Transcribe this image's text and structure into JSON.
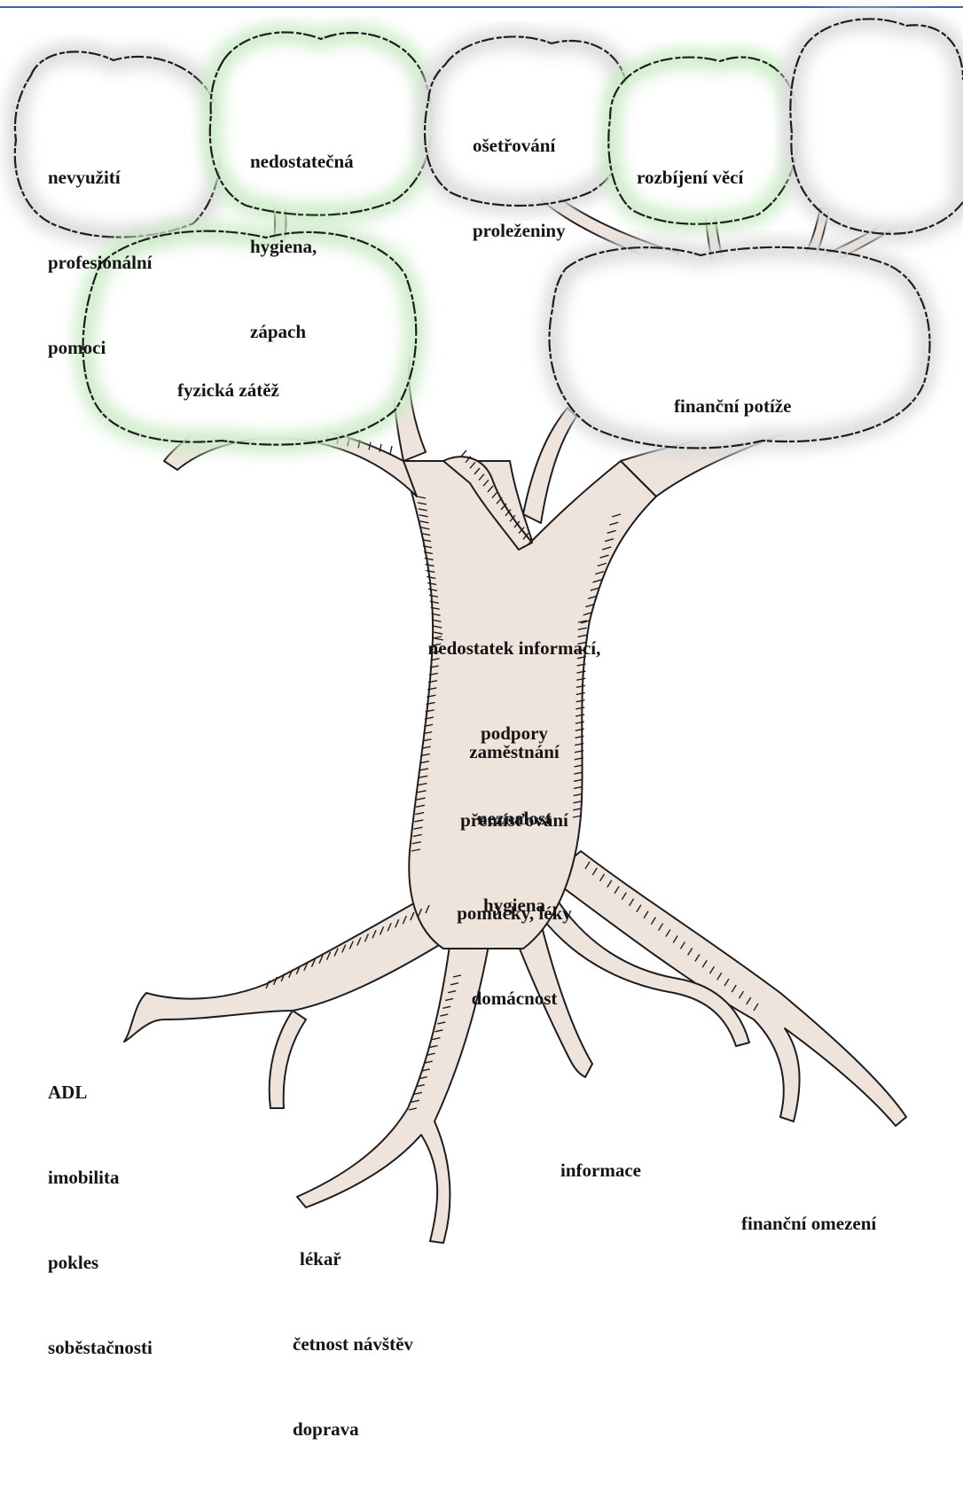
{
  "colors": {
    "foliage_tint": "#c9ebc4",
    "foliage_shade": "#d9d9d9",
    "trunk_fill": "#efe4dc",
    "trunk_tint": "#dcc3b4",
    "outline": "#1e1e1e",
    "frame_line": "#3f5fa8",
    "text": "#141414"
  },
  "canopy": {
    "crowns": [
      {
        "id": "crown-professional-help",
        "lines": [
          "nevyužití",
          "profesionální",
          "pomoci"
        ]
      },
      {
        "id": "crown-hygiene-odor",
        "lines": [
          "nedostatečná",
          "hygiena,",
          "zápach"
        ]
      },
      {
        "id": "crown-pressure-ulcer-care",
        "lines": [
          "ošetřování",
          "proleženiny"
        ]
      },
      {
        "id": "crown-breaking-things",
        "lines": [
          "rozbíjení věcí"
        ]
      },
      {
        "id": "crown-empty",
        "lines": []
      },
      {
        "id": "crown-physical-burden",
        "lines": [
          "fyzická zátěž"
        ]
      },
      {
        "id": "crown-financial-difficulties",
        "lines": [
          "finanční potíže"
        ]
      }
    ]
  },
  "trunk": {
    "labels": [
      {
        "id": "trunk-information",
        "lines": [
          "nedostatek informací,",
          "podpory",
          "neznalost"
        ]
      },
      {
        "id": "trunk-employment",
        "lines": [
          "zaměstnání"
        ]
      },
      {
        "id": "trunk-transfer",
        "lines": [
          "přemísťování",
          "hygiena"
        ]
      },
      {
        "id": "trunk-aids",
        "lines": [
          "pomůcky, léky",
          "domácnost"
        ]
      }
    ]
  },
  "roots": {
    "labels": [
      {
        "id": "root-adl",
        "lines": [
          "ADL",
          "imobilita",
          "pokles",
          "soběstačnosti"
        ]
      },
      {
        "id": "root-doctor",
        "lines": [
          "lékař",
          "četnost návštěv",
          "doprava"
        ]
      },
      {
        "id": "root-information",
        "lines": [
          "informace"
        ]
      },
      {
        "id": "root-financial-limits",
        "lines": [
          "finanční omezení"
        ]
      }
    ]
  }
}
